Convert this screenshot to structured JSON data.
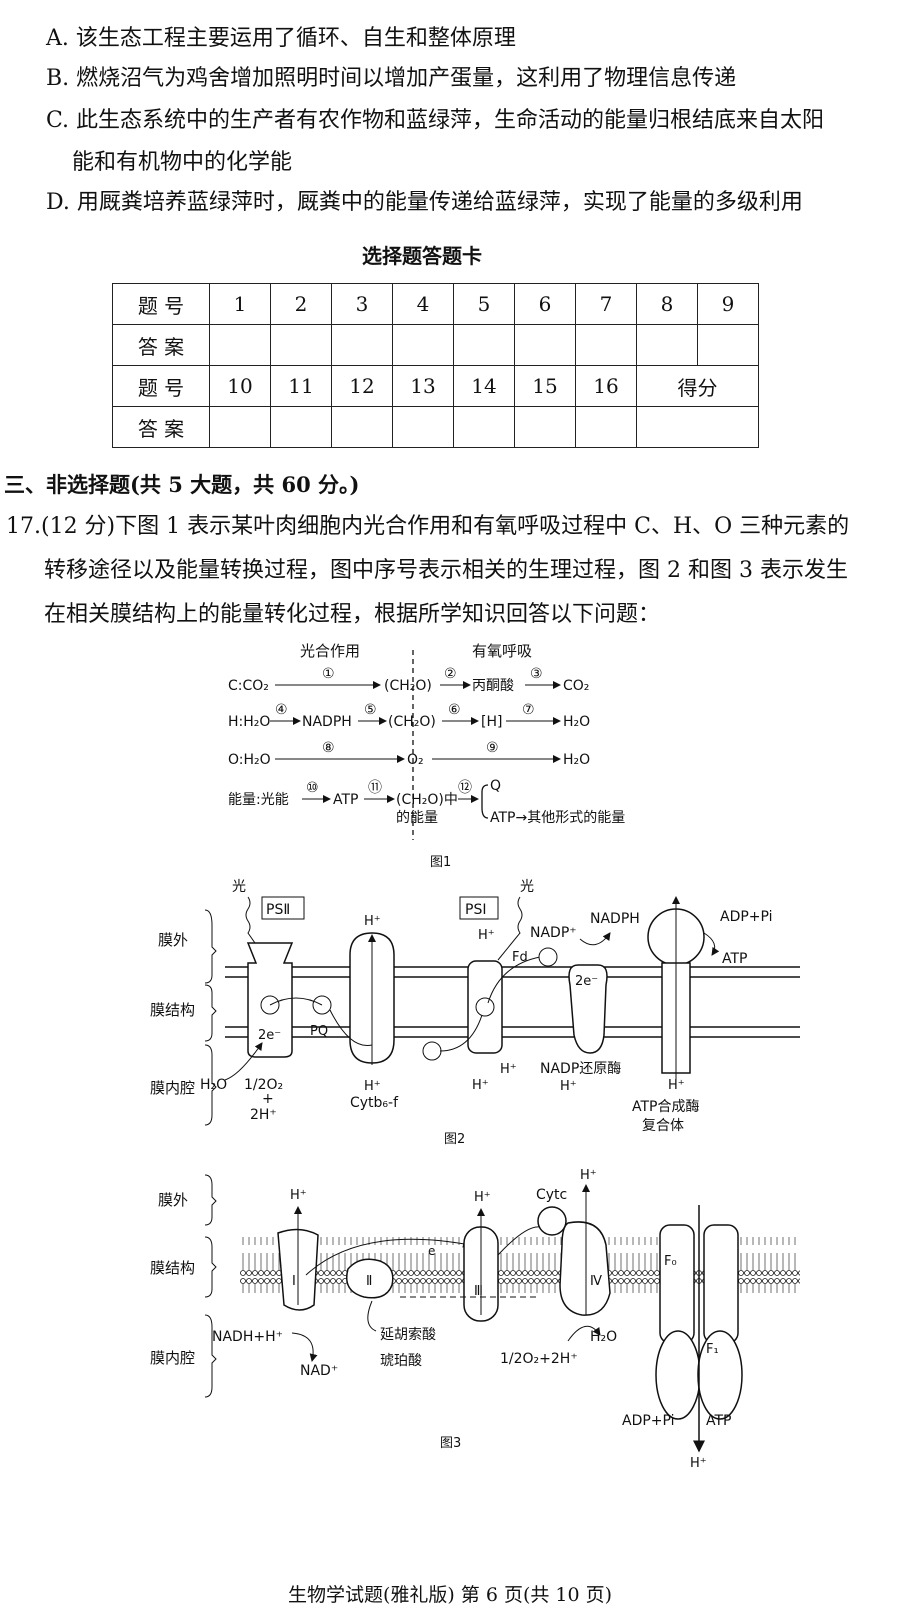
{
  "options": {
    "A": "A. 该生态工程主要运用了循环、自生和整体原理",
    "B": "B. 燃烧沼气为鸡舍增加照明时间以增加产蛋量，这利用了物理信息传递",
    "C1": "C. 此生态系统中的生产者有农作物和蓝绿萍，生命活动的能量归根结底来自太阳",
    "C2": "能和有机物中的化学能",
    "D": "D. 用厩粪培养蓝绿萍时，厩粪中的能量传递给蓝绿萍，实现了能量的多级利用"
  },
  "answer_card": {
    "title": "选择题答题卡",
    "row_label_num": "题 号",
    "row_label_ans": "答 案",
    "nums_row1": [
      "1",
      "2",
      "3",
      "4",
      "5",
      "6",
      "7",
      "8",
      "9"
    ],
    "nums_row2": [
      "10",
      "11",
      "12",
      "13",
      "14",
      "15",
      "16"
    ],
    "score_label": "得分"
  },
  "section3": "三、非选择题(共 5 大题，共 60 分。)",
  "q17": {
    "line1": "17.(12 分)下图 1 表示某叶肉细胞内光合作用和有氧呼吸过程中 C、H、O 三种元素的",
    "line2": "转移途径以及能量转换过程，图中序号表示相关的生理过程，图 2 和图 3 表示发生",
    "line3": "在相关膜结构上的能量转化过程，根据所学知识回答以下问题："
  },
  "fig1": {
    "caption": "图1",
    "head_left": "光合作用",
    "head_right": "有氧呼吸",
    "c_start": "C:CO₂",
    "c_mid": "(CH₂O)",
    "c_pyr": "丙酮酸",
    "c_end": "CO₂",
    "h_start": "H:H₂O",
    "h_nadph": "NADPH",
    "h_mid": "(CH₂O)",
    "h_h": "[H]",
    "h_end": "H₂O",
    "o_start": "O:H₂O",
    "o_mid": "O₂",
    "o_end": "H₂O",
    "e_start": "能量:光能",
    "e_atp": "ATP",
    "e_mid": "(CH₂O)中",
    "e_mid2": "的能量",
    "e_q": "Q",
    "e_atp2": "ATP→其他形式的能量",
    "n1": "①",
    "n2": "②",
    "n3": "③",
    "n4": "④",
    "n5": "⑤",
    "n6": "⑥",
    "n7": "⑦",
    "n8": "⑧",
    "n9": "⑨",
    "n10": "⑩",
    "n11": "⑪",
    "n12": "⑫"
  },
  "fig2": {
    "caption": "图2",
    "outside": "膜外",
    "membrane": "膜结构",
    "lumen": "膜内腔",
    "light1": "光",
    "light2": "光",
    "ps2": "PSⅡ",
    "ps1": "PSⅠ",
    "h": "H⁺",
    "nadp": "NADP⁺",
    "nadph": "NADPH",
    "fd": "Fd",
    "adp": "ADP+Pi",
    "atp": "ATP",
    "e2": "2e⁻",
    "pq": "PQ",
    "h2o": "H₂O",
    "o2": "1/2O₂",
    "plus": "+",
    "h2": "2H⁺",
    "cyt": "Cytb₆-f",
    "nadp_red": "NADP还原酶",
    "atp_syn1": "ATP合成酶",
    "atp_syn2": "复合体"
  },
  "fig3": {
    "caption": "图3",
    "outside": "膜外",
    "membrane": "膜结构",
    "lumen": "膜内腔",
    "h": "H⁺",
    "cytc": "Cytc",
    "c1": "Ⅰ",
    "c2": "Ⅱ",
    "c3": "Ⅲ",
    "c4": "Ⅳ",
    "f0": "F₀",
    "f1": "F₁",
    "nadh": "NADH+H⁺",
    "nad": "NAD⁺",
    "fum": "延胡索酸",
    "suc": "琥珀酸",
    "o2": "1/2O₂+2H⁺",
    "h2o": "H₂O",
    "adp": "ADP+Pi",
    "atp": "ATP"
  },
  "footer": "生物学试题(雅礼版)  第 6 页(共 10 页)"
}
